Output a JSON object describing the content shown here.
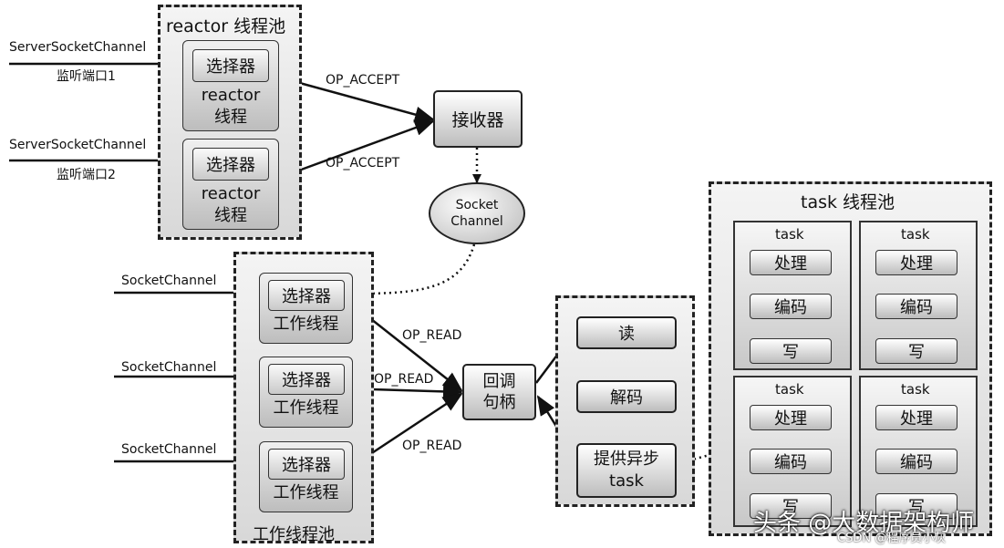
{
  "reactor_pool": {
    "title": "reactor 线程池",
    "inputs": [
      {
        "channel": "ServerSocketChannel",
        "port": "监听端口1"
      },
      {
        "channel": "ServerSocketChannel",
        "port": "监听端口2"
      }
    ],
    "units": [
      {
        "selector": "选择器",
        "line1": "reactor",
        "line2": "线程",
        "edge": "OP_ACCEPT"
      },
      {
        "selector": "选择器",
        "line1": "reactor",
        "line2": "线程",
        "edge": "OP_ACCEPT"
      }
    ]
  },
  "acceptor": {
    "label": "接收器"
  },
  "socket_channel": {
    "line1": "Socket",
    "line2": "Channel"
  },
  "worker_pool": {
    "title": "工作线程池",
    "inputs": [
      "SocketChannel",
      "SocketChannel",
      "SocketChannel"
    ],
    "units": [
      {
        "selector": "选择器",
        "label": "工作线程",
        "edge": "OP_READ"
      },
      {
        "selector": "选择器",
        "label": "工作线程",
        "edge": "OP_READ"
      },
      {
        "selector": "选择器",
        "label": "工作线程",
        "edge": "OP_READ"
      }
    ]
  },
  "callback": {
    "line1": "回调",
    "line2": "句柄"
  },
  "pipeline": {
    "read": "读",
    "decode": "解码",
    "async_line1": "提供异步",
    "async_line2": "task"
  },
  "task_pool": {
    "title": "task 线程池",
    "tasks": [
      {
        "title": "task",
        "steps": [
          "处理",
          "编码",
          "写"
        ]
      },
      {
        "title": "task",
        "steps": [
          "处理",
          "编码",
          "写"
        ]
      },
      {
        "title": "task",
        "steps": [
          "处理",
          "编码",
          "写"
        ]
      },
      {
        "title": "task",
        "steps": [
          "处理",
          "编码",
          "写"
        ]
      }
    ]
  },
  "watermark": {
    "main": "头条 @大数据架构师",
    "sub": "CSDN @程序员小灰"
  }
}
